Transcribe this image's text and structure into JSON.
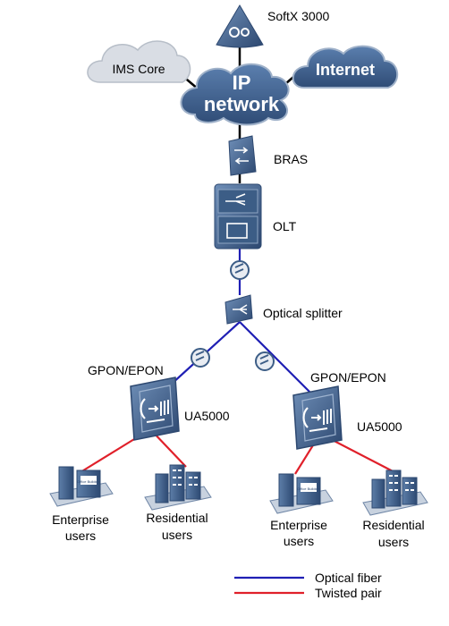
{
  "diagram": {
    "nodes": {
      "softx": "SoftX 3000",
      "ims": "IMS Core",
      "ip_line1": "IP",
      "ip_line2": "network",
      "internet": "Internet",
      "bras": "BRAS",
      "olt": "OLT",
      "splitter": "Optical splitter",
      "left_pon": "GPON/EPON",
      "right_pon": "GPON/EPON",
      "left_ua": "UA5000",
      "right_ua": "UA5000",
      "ent_left_1": "Enterprise",
      "ent_left_2": "users",
      "res_left_1": "Residential",
      "res_left_2": "users",
      "ent_right_1": "Enterprise",
      "ent_right_2": "users",
      "res_right_1": "Residential",
      "res_right_2": "users",
      "building_sign": "Office Building"
    },
    "legend": {
      "fiber": "Optical fiber",
      "twisted": "Twisted pair"
    },
    "colors": {
      "fiber": "#1f1fb4",
      "twisted": "#e0202a",
      "device": "#3c5d86",
      "cloud_dark": "#3e5f8a",
      "cloud_light": "#d9dde4"
    }
  }
}
